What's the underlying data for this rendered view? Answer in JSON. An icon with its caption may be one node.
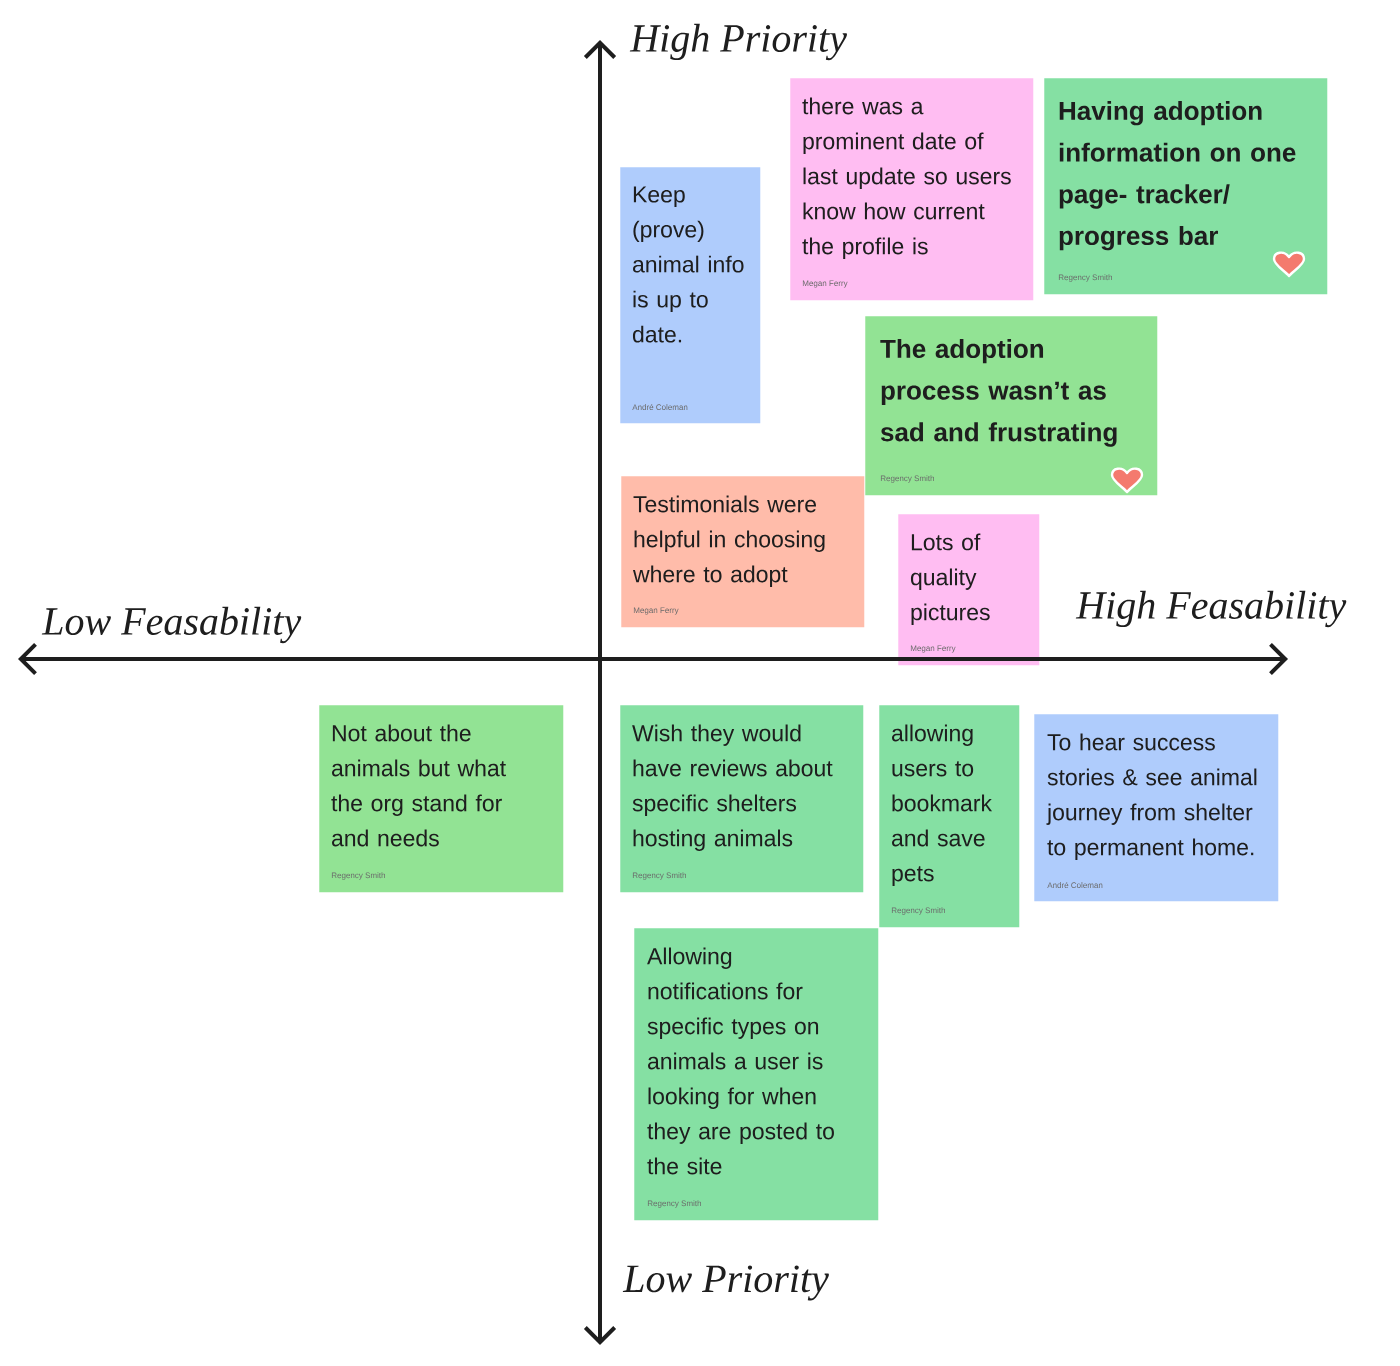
{
  "diagram": {
    "nodes": [
      {
        "text": [
          "there was a prominent date of last update so users know how current the profile is",
          "Megan Ferry"
        ]
      },
      {
        "text": [
          "Having adoption information on one page- tracker/ progress bar",
          "Regency Smith"
        ]
      },
      {
        "text": [
          "Keep (prove) animal info is up to date.",
          "André Coleman"
        ]
      },
      {
        "text": [
          "The adoption process wasn’t as sad and frustrating",
          "Regency Smith"
        ]
      },
      {
        "text": [
          "Testimonials were helpful in choosing where to adopt",
          "Megan Ferry"
        ]
      },
      {
        "text": [
          "Lots of quality pictures",
          "Megan Ferry"
        ]
      },
      {
        "text": [
          "Not about the animals but what the org stand for and needs",
          "Regency Smith"
        ]
      },
      {
        "text": [
          "Wish they would have reviews about specific shelters hosting animals",
          "Regency Smith"
        ]
      },
      {
        "text": [
          "allowing users to bookmark and save pets",
          "Regency Smith"
        ]
      },
      {
        "text": [
          "To hear success stories & see animal journey from shelter to permanent home.",
          "André Coleman"
        ]
      },
      {
        "text": [
          "Allowing notifications for specific types on animals a user is looking for when they are posted to the site",
          "Regency Smith"
        ]
      }
    ],
    "labels": [
      "High Priority",
      "Low Feasability",
      "High Feasability",
      "Low Priority"
    ]
  }
}
